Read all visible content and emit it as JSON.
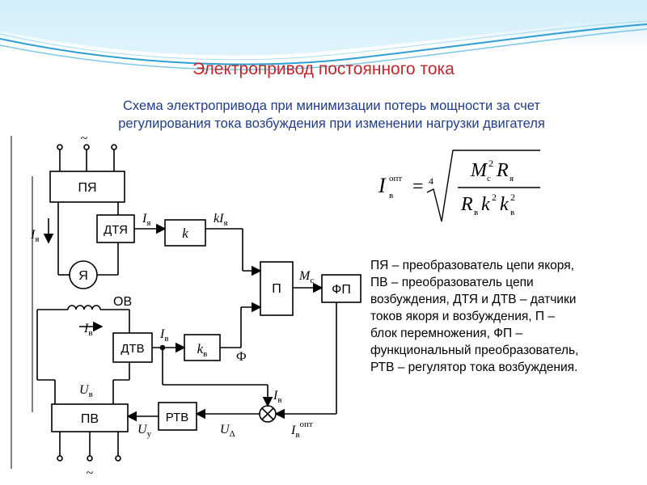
{
  "slide": {
    "title": "Электропривод постоянного тока",
    "subtitle_lines": [
      "Схема электропривода при минимизации потерь мощности за счет",
      "регулирования тока возбуждения при изменении нагрузки двигателя"
    ],
    "accent_color": "#2f9fd3",
    "title_color": "#c0282a",
    "subtitle_color": "#1f3d8a"
  },
  "diagram": {
    "blocks": {
      "pya": "ПЯ",
      "dtya": "ДТЯ",
      "k": "k",
      "motor": "Я",
      "p": "П",
      "fp": "ФП",
      "dtv": "ДТВ",
      "kv": "k",
      "kv_sub": "в",
      "rtv": "РТВ",
      "pv": "ПВ"
    },
    "labels": {
      "tilde_top": "~",
      "tilde_bottom": "~",
      "ov": "ОВ",
      "i": "I",
      "i_sub_ya": "я",
      "i_sub_v": "в",
      "kIya_k": "kI",
      "mc": "M",
      "mc_sub": "c",
      "phi": "Ф",
      "u": "U",
      "u_sub_v": "в",
      "u_sub_y": "у",
      "u_sub_delta": "Δ",
      "opt": "опт"
    }
  },
  "formula": {
    "lhs_symbol": "I",
    "lhs_sub": "в",
    "lhs_sup": "опт",
    "root_index": "4",
    "num": "M",
    "num_sub": "c",
    "num_sup": "2",
    "num_r": "R",
    "num_r_sub": "я",
    "den_r": "R",
    "den_r_sub": "в",
    "den_k": "k",
    "den_k_sup": "2",
    "den_k2": "k",
    "den_k2_sub": "в",
    "den_k2_sup": "2"
  },
  "legend_lines": [
    "ПЯ – преобразователь цепи якоря,",
    "ПВ – преобразователь цепи",
    "возбуждения, ДТЯ и ДТВ – датчики",
    "токов якоря и возбуждения, П –",
    "блок перемножения, ФП –",
    "функциональный преобразователь,",
    "РТВ – регулятор тока возбуждения."
  ]
}
